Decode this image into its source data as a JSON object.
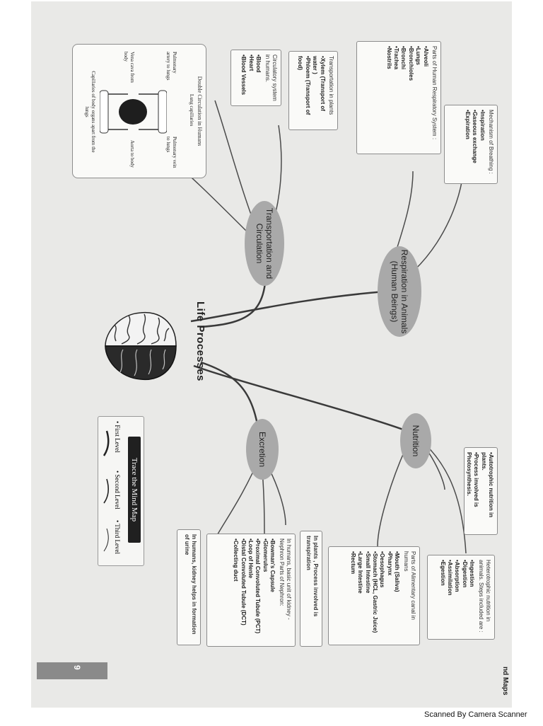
{
  "center": {
    "label": "Life Processes",
    "icon": "brain-icon"
  },
  "nodes": {
    "respiration": "Respiration in Animals (Human Beings)",
    "transportation": "Transportation and Circulation",
    "excretion": "Excretion",
    "nutrition": "Nutrition"
  },
  "boxes": {
    "respiratory_parts": {
      "title": "Parts of Human Respiratory System :",
      "items": [
        "Alveoli",
        "Lungs",
        "Bronchioles",
        "Bronchi",
        "Trachea",
        "Nostrils"
      ]
    },
    "breathing": {
      "title": "Mechanism of Breathing :",
      "items": [
        "Inspiration",
        "Gaseous exchange",
        "Expiration"
      ]
    },
    "plants_transport": {
      "title": "Transportation in plants",
      "items": [
        "Xylem (Transport of water )",
        "Phloem (Transport of food)"
      ]
    },
    "circulatory": {
      "title": "Circulatory system in humans.",
      "items": [
        "Blood",
        "Heart",
        "Blood Vessels"
      ]
    },
    "double_circulation": {
      "title": "Double Circulation in Humans",
      "lung": "Lung capillaries",
      "pa": "Pulmonary artery to lungs",
      "pv": "Pulmonary vein to lungs",
      "vena": "Vena cava from body",
      "aorta": "Aorta to body",
      "body": "Capillaries of body organs apart from the lungs"
    },
    "autotrophic": {
      "items": [
        "Autotrophic nutrition in plants.",
        "Process involved is Photosynthesis."
      ]
    },
    "heterotrophic": {
      "title": "Heterotrophic nutrition in animals. Steps included are :",
      "items": [
        "Ingestion",
        "Digestion",
        "Absorption",
        "Assimilation",
        "Egestion"
      ]
    },
    "alimentary": {
      "title": "Parts of Alimentary canal in humans",
      "items": [
        "Mouth (Saliva)",
        "Pharynx",
        "Oesophagus",
        "Stomach (HCL, Gastric Juice)",
        "Small Intestine",
        "Large Intestine",
        "Rectum"
      ]
    },
    "plant_excretion": {
      "title": "In plants , Process involved is transpiration"
    },
    "nephron": {
      "title": "In humans, basic unit of kidney - Nephron Parts of Nephron:",
      "items": [
        "Bowman's Capsule",
        "Glomerulus",
        "Proximal Convoluted Tubule (PCT)",
        "Loop of Henle",
        "Distal Convoluted Tubule (DCT)",
        "Collecting duct"
      ]
    },
    "kidney": {
      "title": "In humans, kidney helps in formation of urine"
    }
  },
  "trace": {
    "heading": "Trace the Mind Map",
    "levels": [
      "First Level",
      "Second Level",
      "Third Level"
    ]
  },
  "page_number": "9",
  "running_header": "nd Maps",
  "footer": "Scanned By Camera Scanner",
  "colors": {
    "node": "#a9a9a9",
    "line": "#3a3a3a",
    "paper": "#e9e9e7"
  }
}
